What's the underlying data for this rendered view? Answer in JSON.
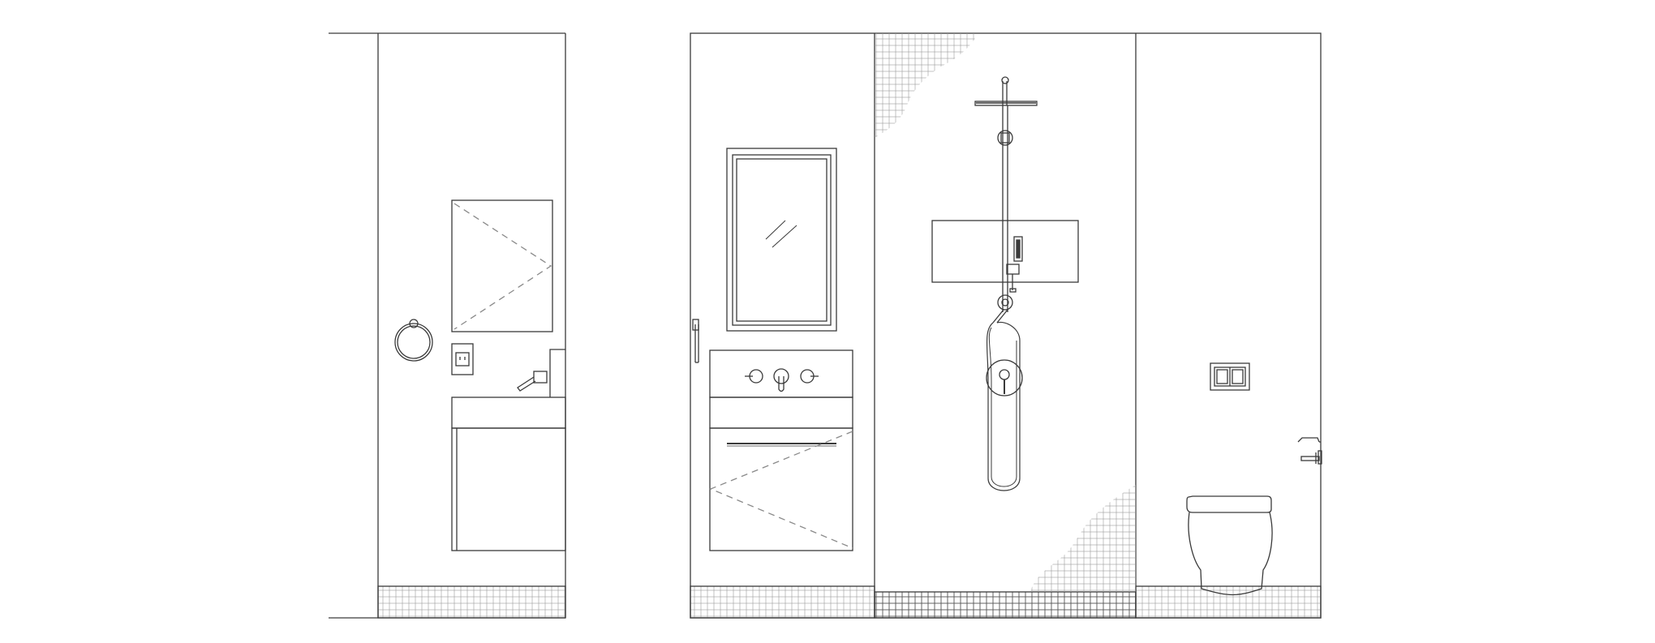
{
  "drawing": {
    "kind": "interior-elevations",
    "line_color": "#3a3a3a",
    "dash_color": "#8a8a8a",
    "tile_color": "#9a9a9a",
    "background": "#ffffff"
  },
  "elevations": [
    {
      "view": "side-elevation",
      "fixtures": [
        "towel-ring",
        "wall-outlet",
        "wall-cabinet-mirror",
        "wall-mounted-faucet",
        "vanity-countertop",
        "vanity-cabinet",
        "floor-tile-band"
      ]
    },
    {
      "view": "main-elevation",
      "zones": [
        "vanity-wall",
        "shower-wall",
        "wc-wall"
      ],
      "fixtures": [
        "towel-bar",
        "framed-mirror",
        "three-hole-faucet",
        "vanity-drawer",
        "vanity-cabinet",
        "tiled-accent-panels",
        "rain-shower-column",
        "shower-niche",
        "hand-shower",
        "shower-mixer-valve",
        "flush-plate",
        "wall-hung-toilet",
        "toilet-paper-holder",
        "floor-tile-band"
      ]
    }
  ]
}
